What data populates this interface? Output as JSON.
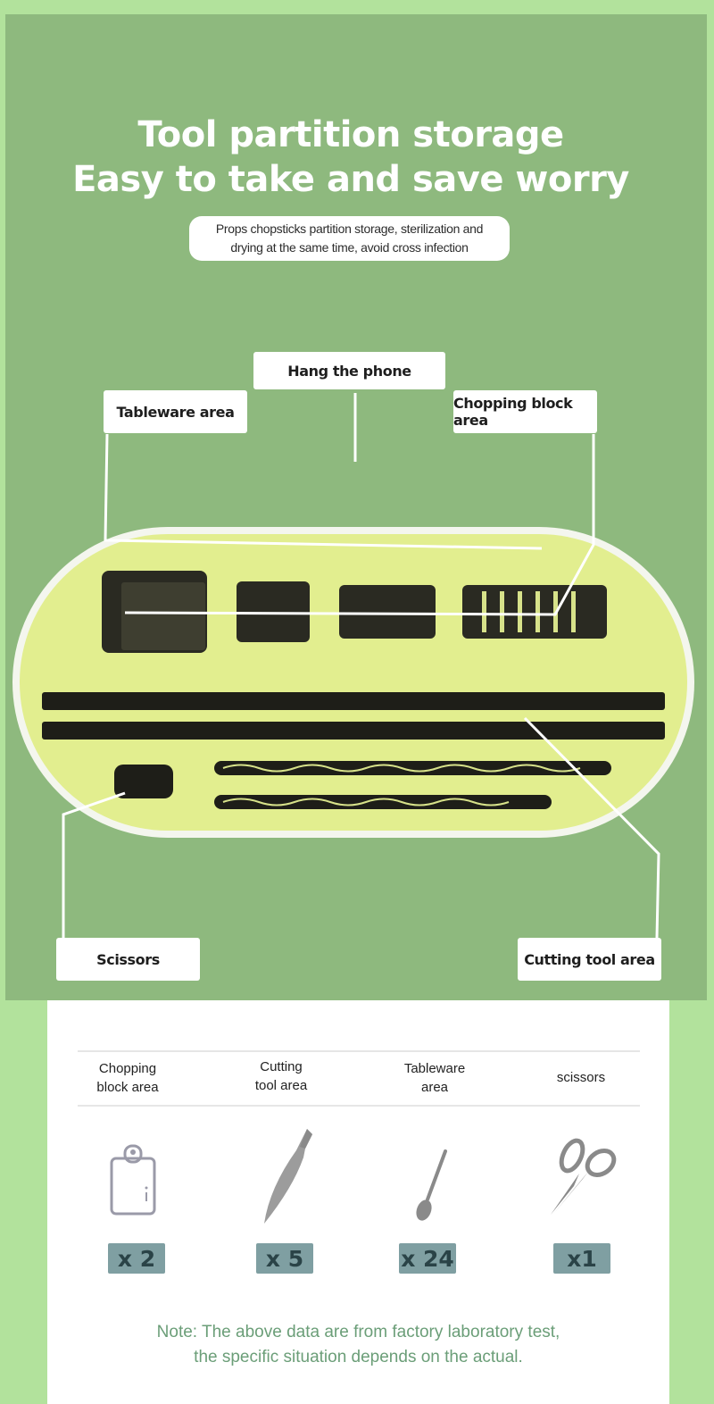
{
  "header": {
    "title_line1": "Tool partition storage",
    "title_line2": "Easy to take and save worry",
    "subtitle_line1": "Props chopsticks partition storage, sterilization and",
    "subtitle_line2": "drying at the same time, avoid cross infection"
  },
  "diagram": {
    "labels": {
      "hang_phone": "Hang the phone",
      "tableware_area": "Tableware area",
      "chopping_block_area": "Chopping block area",
      "scissors": "Scissors",
      "cutting_tool_area": "Cutting tool area"
    },
    "colors": {
      "panel_bg": "#8eb97e",
      "holder_fill": "#e2ee8f",
      "holder_rim": "#ffffff"
    }
  },
  "capacity_table": {
    "columns": [
      {
        "line1": "Chopping",
        "line2": "block area",
        "icon": "cutting-board-icon",
        "qty": "x 2"
      },
      {
        "line1": "Cutting",
        "line2": "tool area",
        "icon": "knife-icon",
        "qty": "x 5"
      },
      {
        "line1": "Tableware",
        "line2": "area",
        "icon": "spoon-icon",
        "qty": "x 24"
      },
      {
        "line1": "scissors",
        "line2": "",
        "icon": "scissors-icon",
        "qty": "x1"
      }
    ],
    "note_line1": "Note: The above data are from factory laboratory test,",
    "note_line2": "the specific situation depends on the actual.",
    "colors": {
      "qty_bg": "#7f9fa2",
      "note_text": "#6b9e78"
    }
  }
}
